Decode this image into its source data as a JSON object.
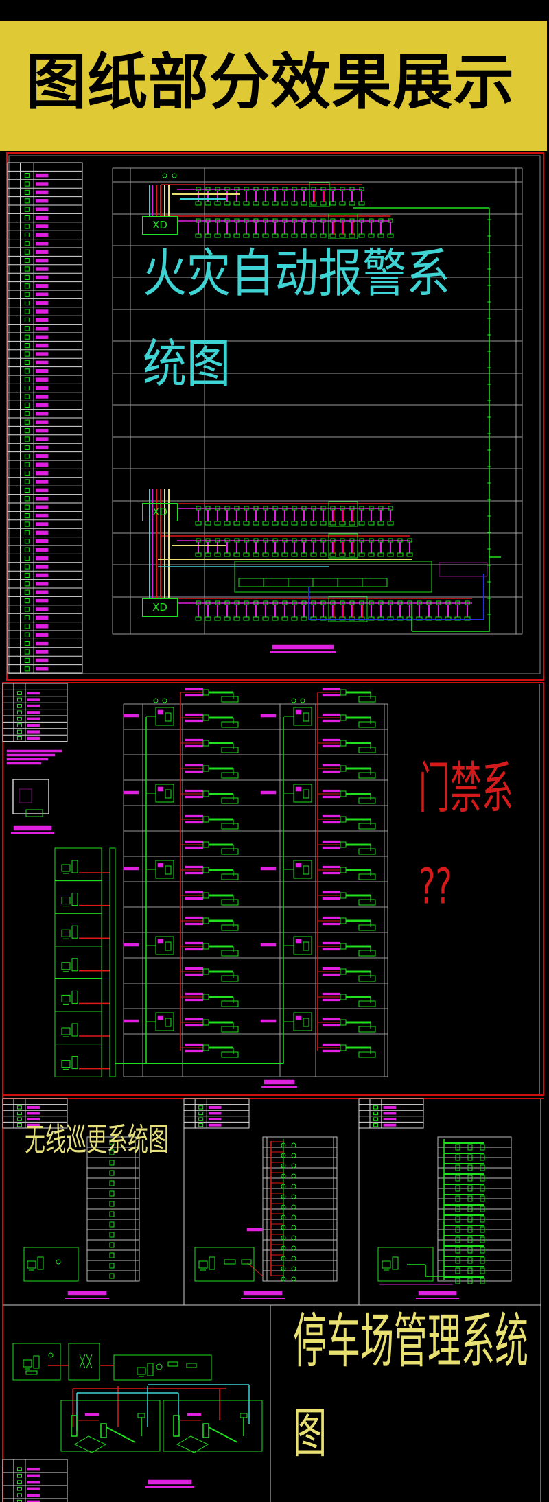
{
  "banner": {
    "title": "图纸部分效果展示"
  },
  "fire_alarm": {
    "title_line1": "火灾自动报警系",
    "title_line2": "统图",
    "panel_labels": [
      "XD",
      "XD",
      "XD"
    ]
  },
  "access_control": {
    "title": "门禁系",
    "note": "??"
  },
  "patrol": {
    "title": "无线巡更系统图"
  },
  "parking": {
    "title_line1": "停车场管理系统",
    "title_line2": "图"
  },
  "colors": {
    "banner": "#dfc935",
    "frame_red": "#d01010",
    "grid_gray": "#9a9a9a",
    "green": "#20e020",
    "magenta": "#e020e0",
    "cyan": "#3fd3d3",
    "yellow": "#e8e070",
    "red": "#e01818",
    "blue": "#2030e0"
  }
}
